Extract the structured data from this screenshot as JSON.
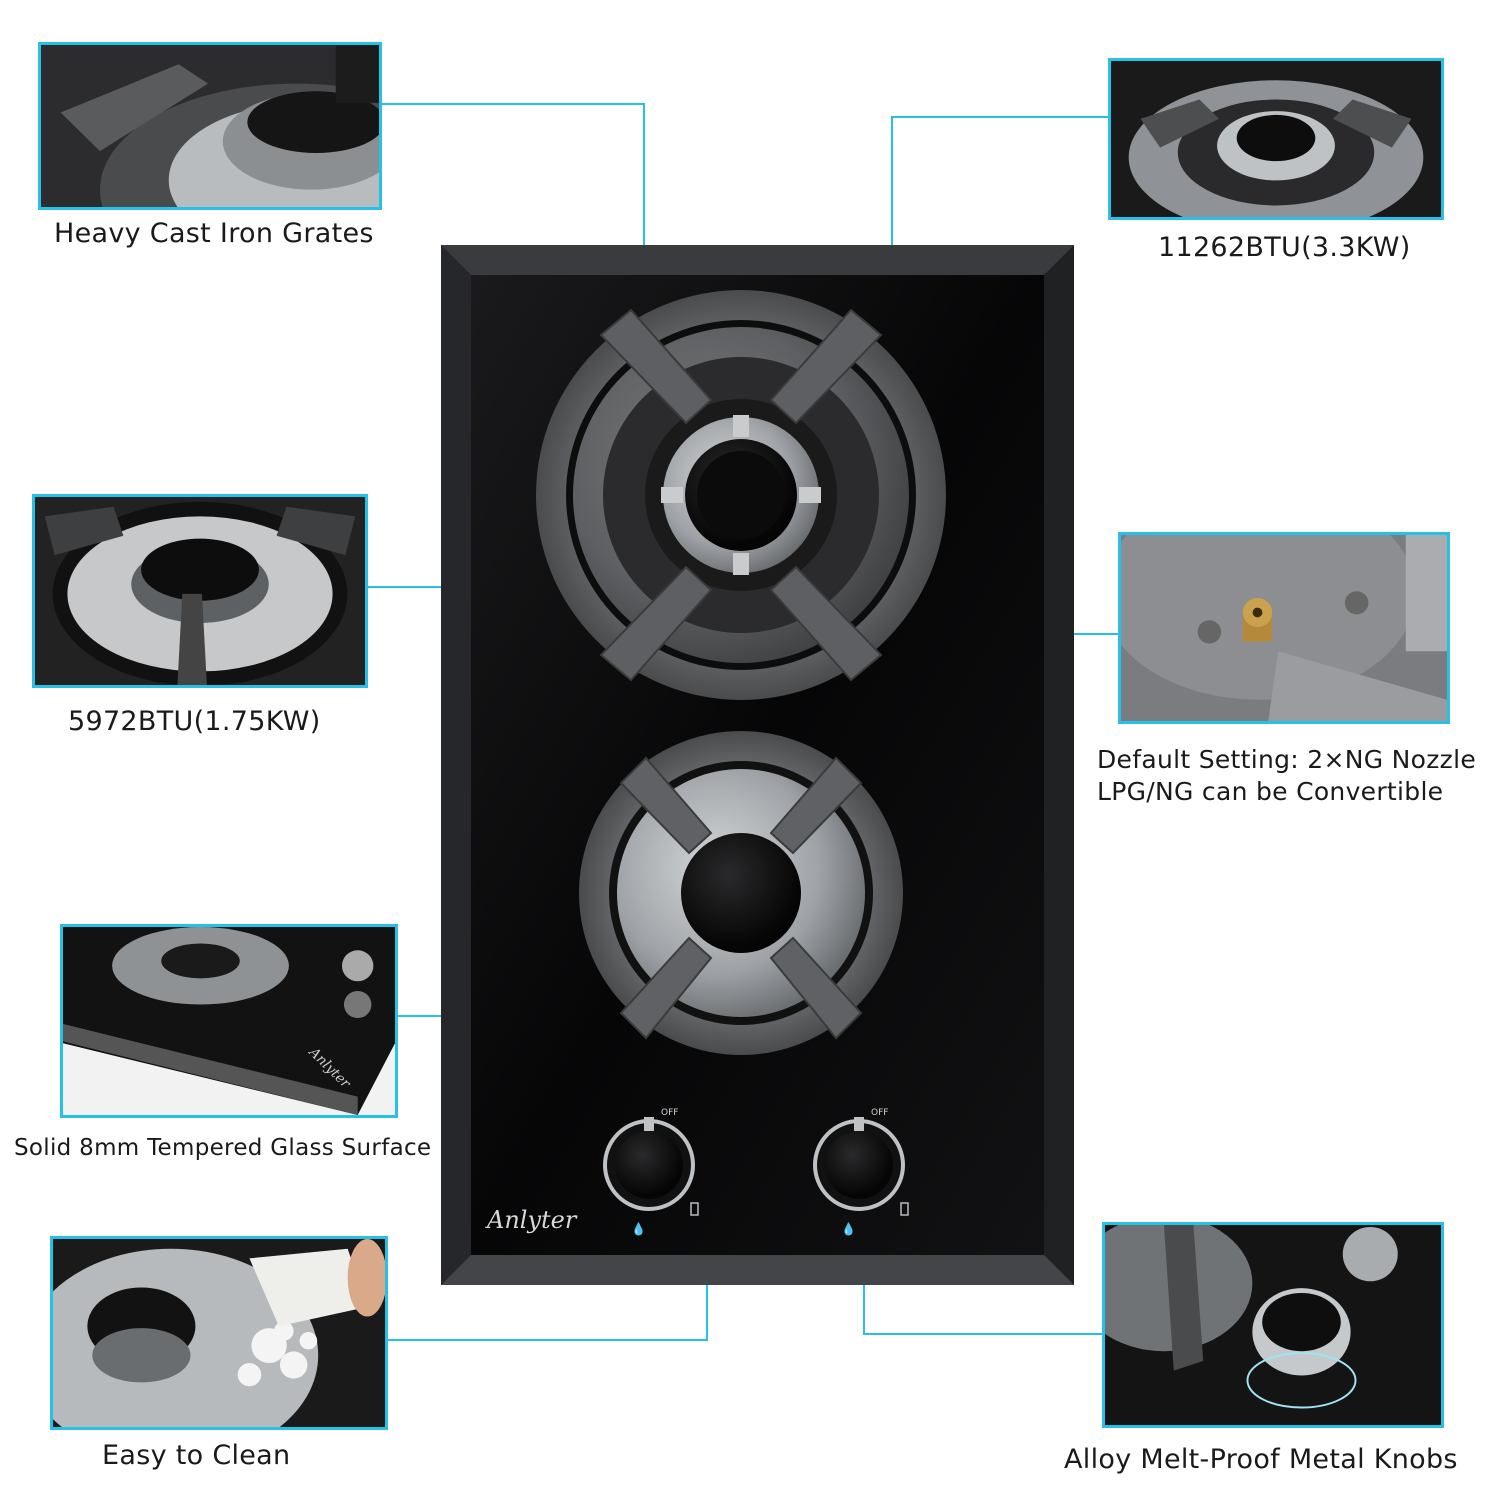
{
  "features": {
    "grates": {
      "label": "Heavy Cast Iron Grates"
    },
    "big_burner": {
      "label": "11262BTU(3.3KW)"
    },
    "small_burner": {
      "label": "5972BTU(1.75KW)"
    },
    "nozzle": {
      "line1": "Default Setting: 2×NG Nozzle",
      "line2": "LPG/NG can be Convertible"
    },
    "glass": {
      "label": "Solid 8mm Tempered Glass Surface"
    },
    "clean": {
      "label": "Easy to Clean"
    },
    "knobs": {
      "label": "Alloy Melt-Proof  Metal Knobs"
    }
  },
  "hob": {
    "brand": "Anlyter",
    "knob_label": "OFF",
    "thumb_brand": "Anlyter"
  },
  "colors": {
    "accent": "#27c1e6",
    "glass": "#0b0b0c",
    "iron": "#5b5c5e",
    "steel": "#9a9ea2"
  }
}
